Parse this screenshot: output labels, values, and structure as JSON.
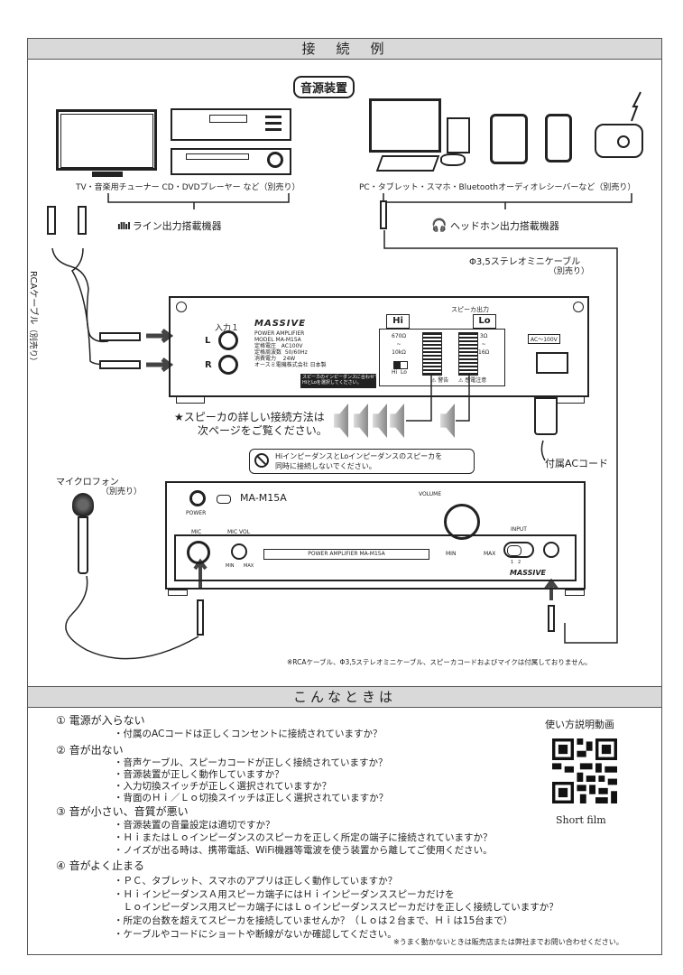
{
  "connection": {
    "heading": "接　続　例",
    "source_label": "音源装置",
    "line_devices_caption": "TV・音楽用チューナー CD・DVDプレーヤー など（別売り）",
    "headphone_devices_caption": "PC・タブレット・スマホ・Bluetoothオーディオレシーバーなど（別売り）",
    "line_out_label": "ライン出力搭載機器",
    "headphone_out_label": "ヘッドホン出力搭載機器",
    "mini_cable_label": "Φ3,5ステレオミニケーブル",
    "mini_cable_note": "（別売り）",
    "rca_cable_label": "RCAケーブル",
    "rca_cable_note": "（別売り）",
    "rear_panel": {
      "input_label": "入力１",
      "L": "L",
      "R": "R",
      "brand": "MASSIVE",
      "spec_title": "POWER AMPLIFIER",
      "spec_model": "MODEL  MA-M15A",
      "spec_rows": [
        [
          "定格電圧",
          "AC100V"
        ],
        [
          "定格周波数",
          "50/60Hz"
        ],
        [
          "消費電力",
          "24W"
        ]
      ],
      "maker": "オースミ電機株式会社 日本製",
      "warning_box": "スピーカのインピーダンスに合わせて\nHiとLoを選択してください。",
      "speaker_out": "スピーカ出力",
      "hi": "Hi",
      "lo": "Lo",
      "hi_impedance_top": "670Ω",
      "hi_impedance_tilde": "~",
      "hi_impedance_bottom": "10kΩ",
      "lo_impedance_top": "3Ω",
      "lo_impedance_tilde": "~",
      "lo_impedance_bottom": "16Ω",
      "switch_hi": "Hi",
      "switch_lo": "Lo",
      "caution_left": "⚠ 警告",
      "caution_right": "⚠ 感電注意",
      "ac_label": "AC～100V"
    },
    "speaker_note_line1": "★スピーカの詳しい接続方法は",
    "speaker_note_line2": "次ページをご覧ください。",
    "prohibit_line1": "HiインピーダンスとLoインピーダンスのスピーカを",
    "prohibit_line2": "同時に接続しないでください。",
    "ac_cord_label": "付属ACコード",
    "mic_label": "マイクロフォン",
    "mic_note": "（別売り）",
    "front_panel": {
      "power": "POWER",
      "model": "MA-M15A",
      "volume": "VOLUME",
      "min": "MIN",
      "max": "MAX",
      "mic": "MIC",
      "mic_vol": "MIC VOL",
      "mic_min": "MIN",
      "mic_max": "MAX",
      "plate": "POWER AMPLIFIER  MA-M15A",
      "input": "INPUT",
      "input_1": "1",
      "input_2": "2",
      "brand": "MASSIVE"
    },
    "footnote": "※RCAケーブル、Φ3,5ステレオミニケーブル、スピーカコードおよびマイクは付属しておりません。"
  },
  "troubleshoot": {
    "heading": "こんなときは",
    "video_label": "使い方説明動画",
    "qr_caption": "Short film",
    "items": [
      {
        "title": "① 電源が入らない",
        "points": [
          "・付属のACコードは正しくコンセントに接続されていますか？"
        ]
      },
      {
        "title": "② 音が出ない",
        "points": [
          "・音声ケーブル、スピーカコードが正しく接続されていますか？",
          "・音源装置が正しく動作していますか？",
          "・入力切換スイッチが正しく選択されていますか？",
          "・背面のＨｉ／Ｌｏ切換スイッチは正しく選択されていますか？"
        ]
      },
      {
        "title": "③ 音が小さい、音質が悪い",
        "points": [
          "・音源装置の音量設定は適切ですか？",
          "・ＨｉまたはＬｏインピーダンスのスピーカを正しく所定の端子に接続されていますか？",
          "・ノイズが出る時は、携帯電話、WiFi機器等電波を使う装置から離してご使用ください。"
        ]
      },
      {
        "title": "④ 音がよく止まる",
        "points": [
          "・ＰＣ、タブレット、スマホのアプリは正しく動作していますか？",
          "・ＨｉインピーダンスＡ用スピーカ端子にはＨｉインピーダンススピーカだけを",
          "　Ｌｏインピーダンス用スピーカ端子にはＬｏインピーダンススピーカだけを正しく接続していますか？",
          "・所定の台数を超えてスピーカを接続していませんか？（Ｌｏは２台まで、Ｈｉは15台まで）",
          "・ケーブルやコードにショートや断線がないか確認してください。"
        ]
      }
    ],
    "bottom_note": "※うまく動かないときは販売店または弊社までお問い合わせください。"
  }
}
